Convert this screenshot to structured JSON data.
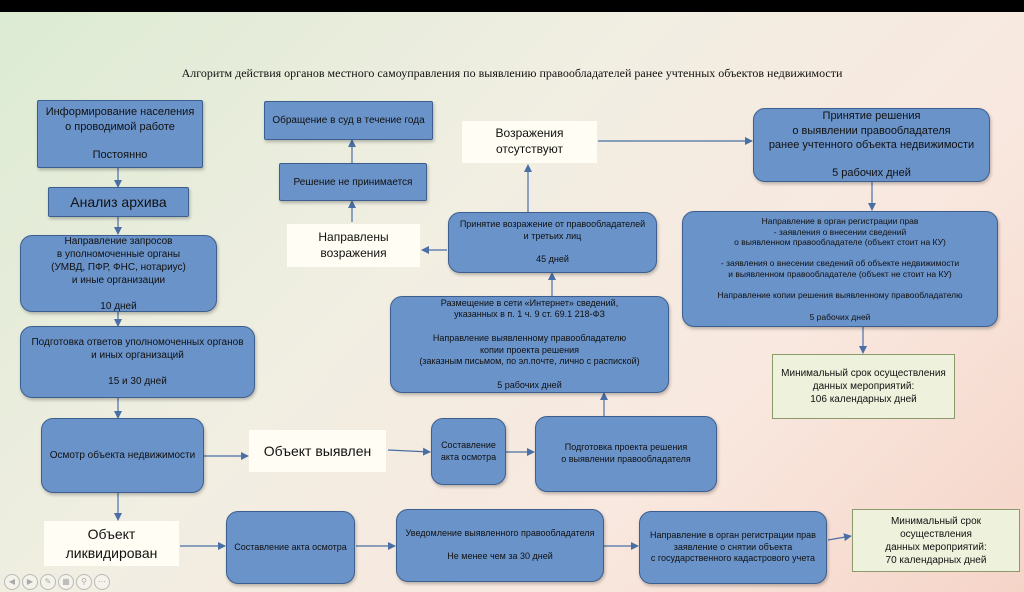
{
  "title": "Алгоритм действия органов местного самоуправления по выявлению правообладателей ранее учтенных объектов недвижимости",
  "boxes": {
    "inform": [
      "Информирование населения",
      "о проводимой работе",
      "",
      "Постоянно"
    ],
    "archive": [
      "Анализ архива"
    ],
    "requests": [
      "Направление запросов",
      "в уполномоченные органы",
      "(УМВД, ПФР, ФНС, нотариус)",
      "и иные организации",
      "",
      "10  дней"
    ],
    "answers": [
      "Подготовка ответов уполномоченных органов",
      "и иных организаций",
      "",
      "15  и 30 дней"
    ],
    "inspection": [
      "Осмотр объекта недвижимости"
    ],
    "found": [
      "Объект выявлен"
    ],
    "act": [
      "Составление",
      "акта осмотра"
    ],
    "draft": [
      "Подготовка проекта решения",
      "о выявлении правообладателя"
    ],
    "publish": [
      "Размещение в сети «Интернет» сведений,",
      "указанных в п. 1 ч. 9 ст. 69.1 218-ФЗ",
      "",
      "Направление выявленному правообладателю",
      "копии проекта решения",
      "(заказным письмом, по эл.почте, лично с распиской)",
      "",
      "5 рабочих дней"
    ],
    "objections_accept": [
      "Принятие возражение от правообладателей",
      "и третьих лиц",
      "",
      "45 дней"
    ],
    "objections_sent": [
      "Направлены",
      "возражения"
    ],
    "no_decision": [
      "Решение не принимается"
    ],
    "court": [
      "Обращение в суд в течение года"
    ],
    "no_objections": [
      "Возражения",
      "отсутствуют"
    ],
    "decision": [
      "Принятие решения",
      "о выявлении правообладателя",
      "ранее учтенного объекта недвижимости",
      "",
      "5 рабочих дней"
    ],
    "registry": [
      "Направление в орган регистрации прав",
      "- заявления о внесении сведений",
      "о выявленном правообладателе (объект стоит на КУ)",
      "",
      "- заявления о внесении сведений об объекте недвижимости",
      "и выявленном правообладателе (объект не стоит на КУ)",
      "",
      "Направление копии решения выявленному правообладателю",
      "",
      "5 рабочих дней"
    ],
    "min106": [
      "Минимальный срок осуществления",
      "данных мероприятий:",
      "106 календарных дней"
    ],
    "liquidated": [
      "Объект ликвидирован"
    ],
    "act2": [
      "Составление акта осмотра"
    ],
    "notify": [
      "Уведомление выявленного правообладателя",
      "",
      "Не менее чем за 30 дней"
    ],
    "removal": [
      "Направление в орган регистрации прав",
      "заявление о снятии объекта",
      "с государственного кадастрового учета"
    ],
    "min70": [
      "Минимальный срок осуществления",
      "данных мероприятий:",
      "70 календарных дней"
    ]
  },
  "nav_icons": [
    "prev-icon",
    "next-icon",
    "pen-icon",
    "slides-icon",
    "zoom-icon",
    "more-icon"
  ]
}
